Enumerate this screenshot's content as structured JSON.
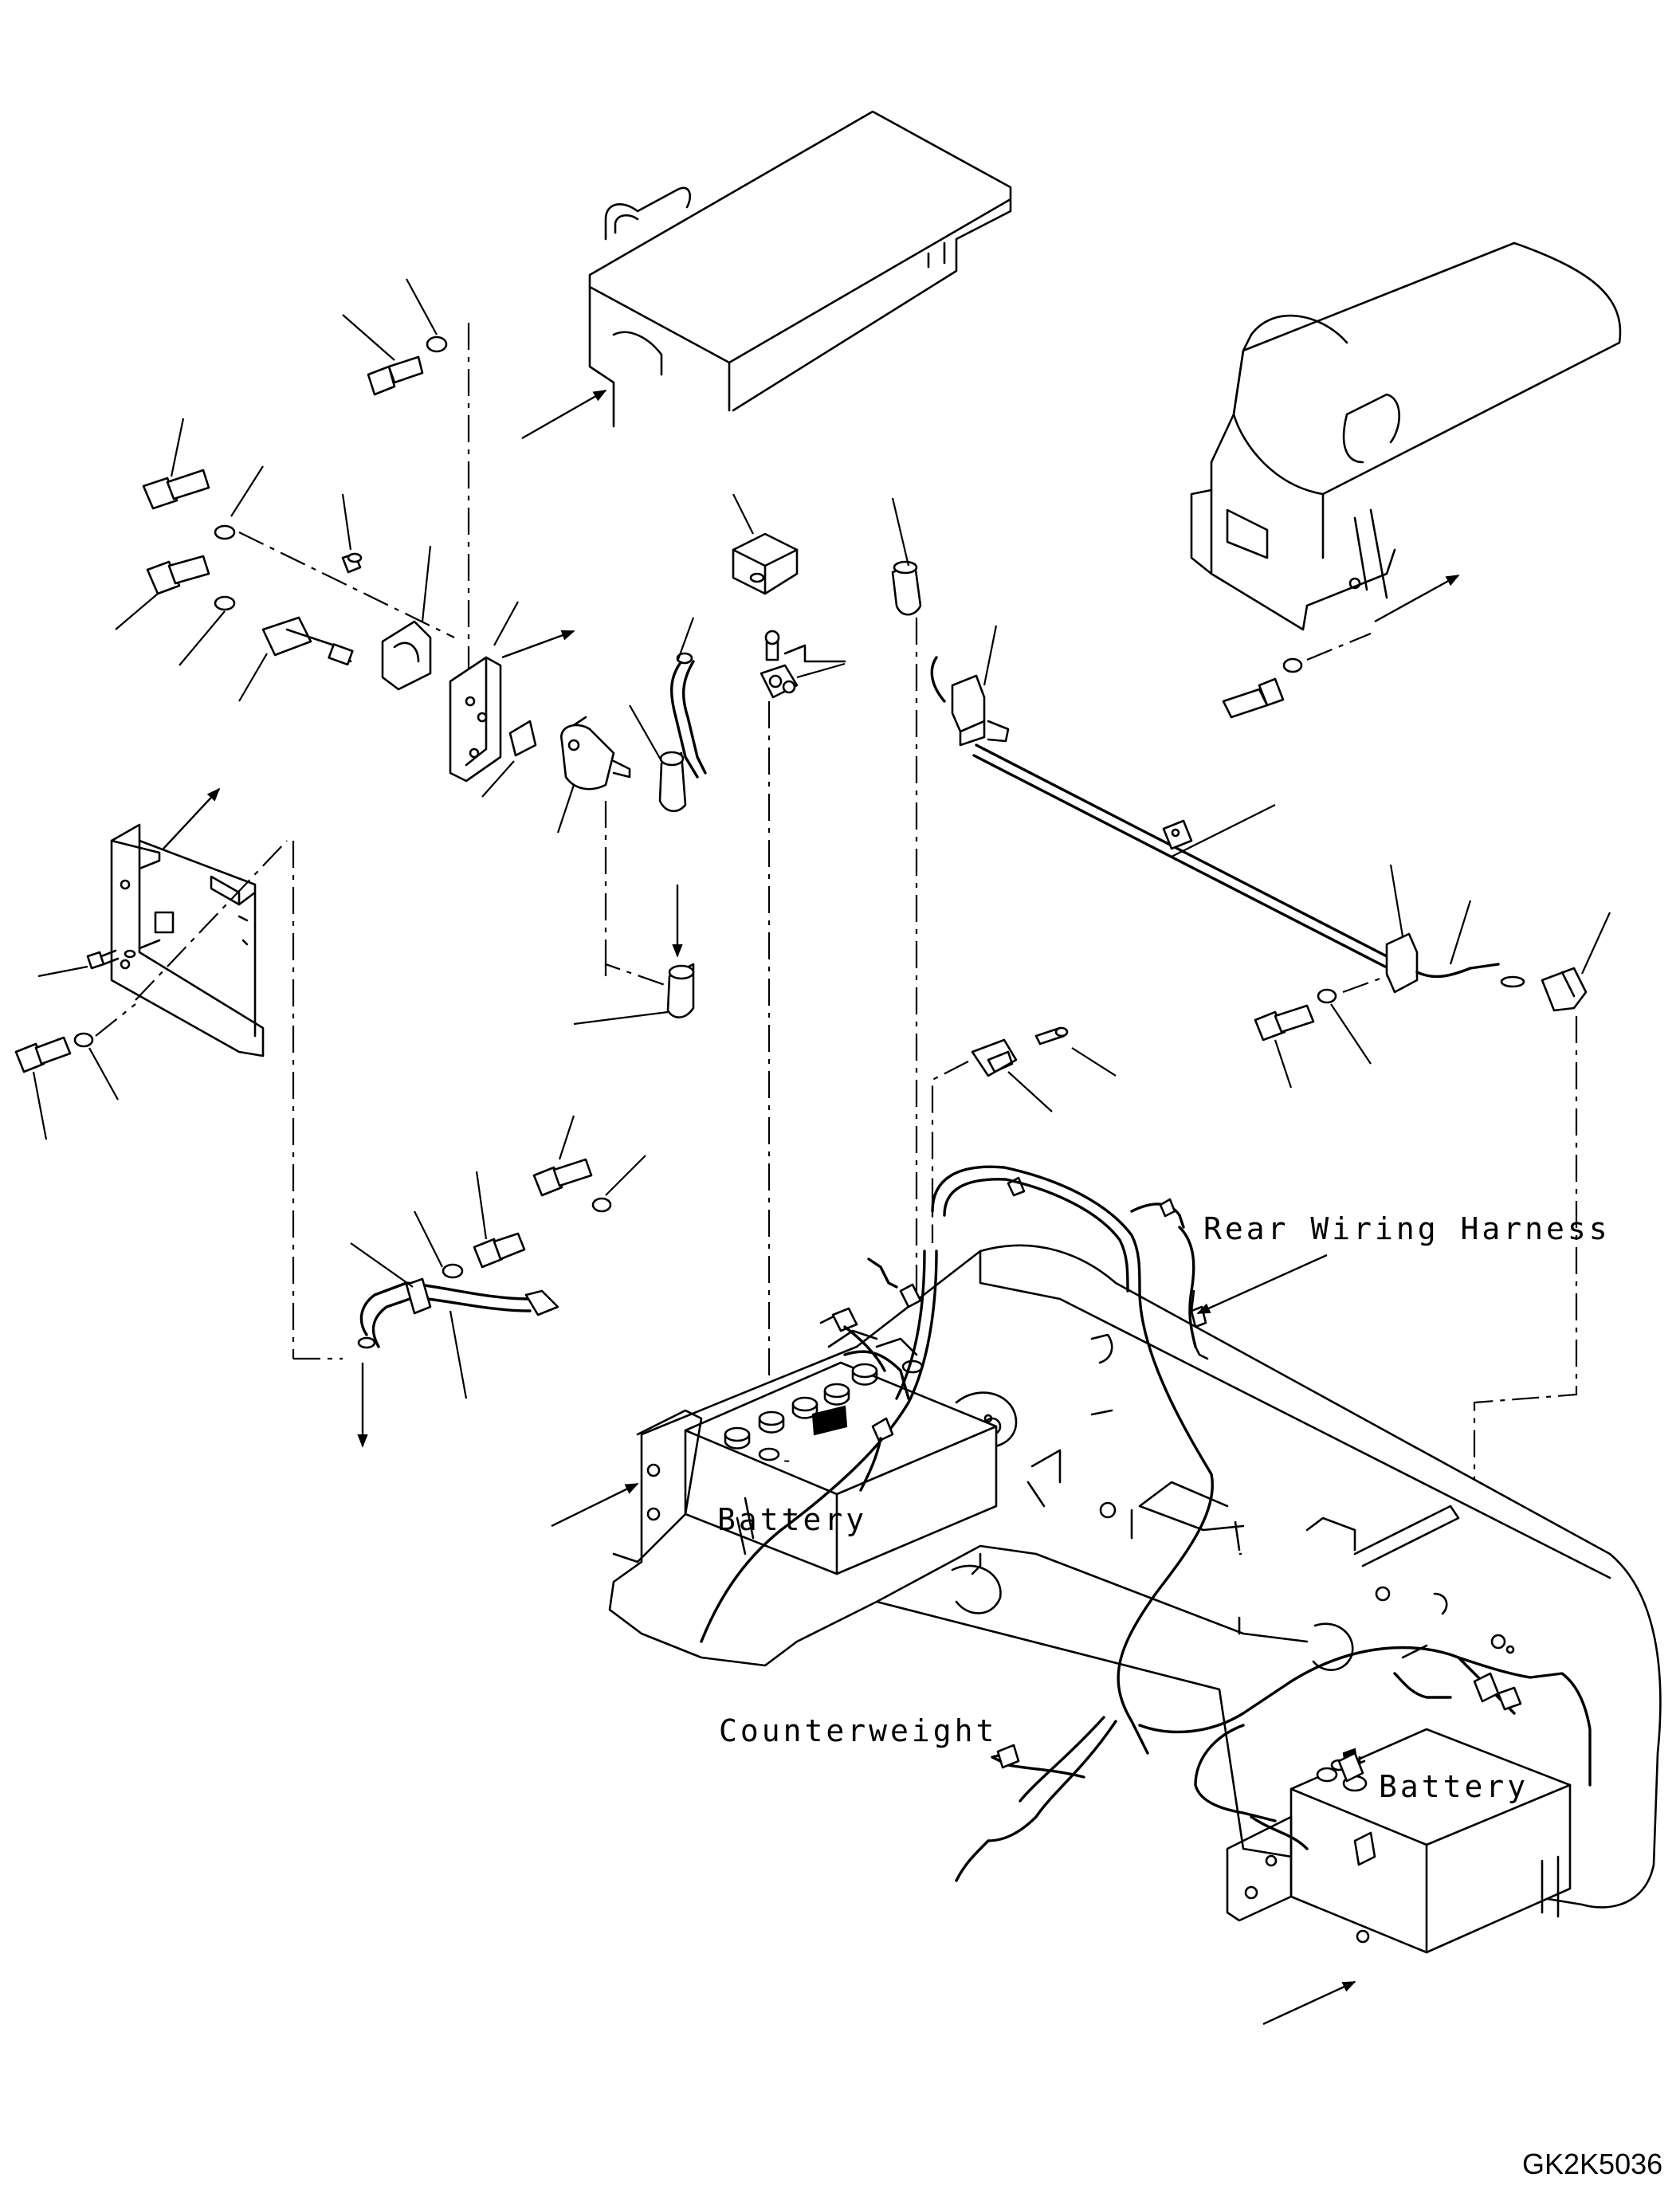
{
  "labels": {
    "rear_wiring_harness": "Rear Wiring Harness",
    "battery_left": "Battery",
    "battery_right": "Battery",
    "counterweight": "Counterweight",
    "drawing_code": "GK2K5036"
  },
  "diagram": {
    "type": "exploded parts diagram",
    "domain_view": "battery cable and cover assembly on counterweight"
  }
}
